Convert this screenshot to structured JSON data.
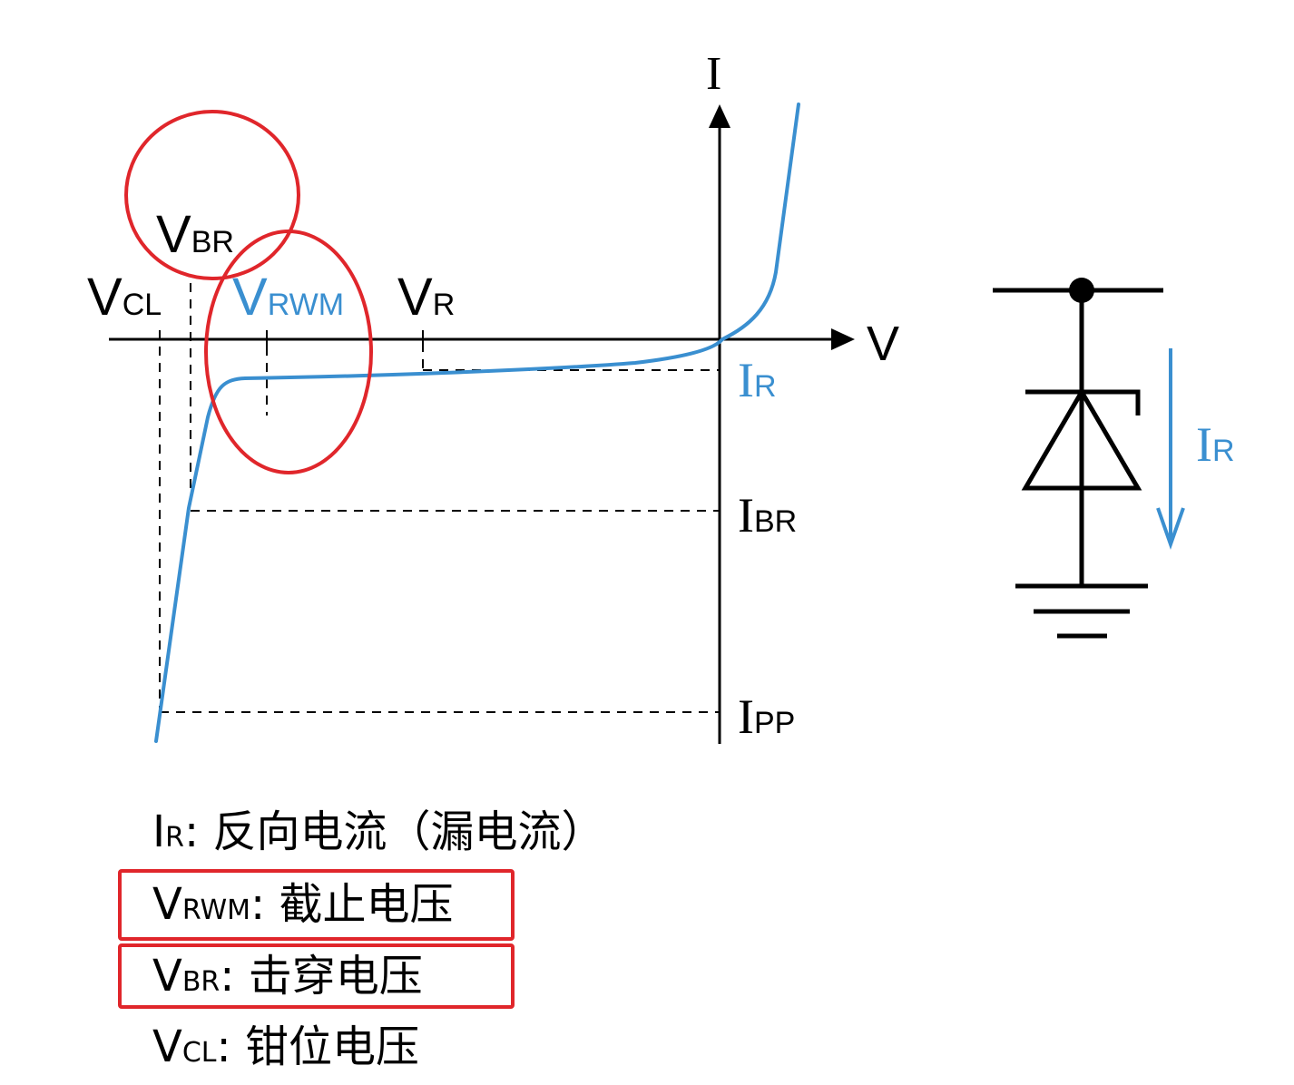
{
  "axes": {
    "y_label": "I",
    "x_label": "V"
  },
  "voltage_labels": {
    "vbr": {
      "main": "V",
      "sub": "BR"
    },
    "vcl": {
      "main": "V",
      "sub": "CL"
    },
    "vrwm": {
      "main": "V",
      "sub": "RWM"
    },
    "vr": {
      "main": "V",
      "sub": "R"
    }
  },
  "current_labels": {
    "ir": {
      "main": "I",
      "sub": "R"
    },
    "ibr": {
      "main": "I",
      "sub": "BR"
    },
    "ipp": {
      "main": "I",
      "sub": "PP"
    }
  },
  "circuit": {
    "current_label": {
      "main": "I",
      "sub": "R"
    }
  },
  "legend": [
    {
      "main": "I",
      "sub": "R",
      "text": ": 反向电流（漏电流）"
    },
    {
      "main": "V",
      "sub": "RWM",
      "text": ": 截止电压"
    },
    {
      "main": "V",
      "sub": "BR",
      "text": ": 击穿电压"
    },
    {
      "main": "V",
      "sub": "CL",
      "text": ": 钳位电压"
    }
  ],
  "colors": {
    "curve": "#3a8fd0",
    "highlight": "#e0262b",
    "ink": "#000000"
  }
}
